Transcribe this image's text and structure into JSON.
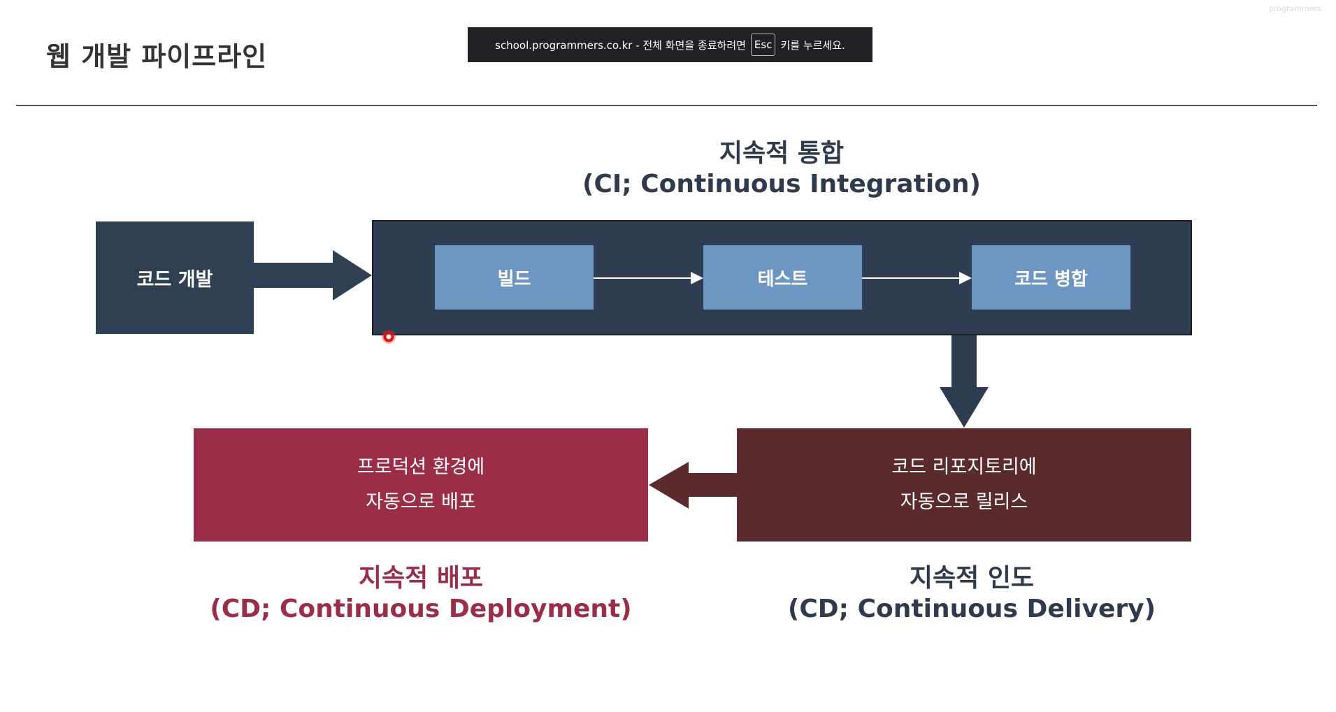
{
  "slide": {
    "title": "웹 개발 파이프라인"
  },
  "fullscreen_banner": {
    "text_before": "school.programmers.co.kr - 전체 화면을 종료하려면",
    "key": "Esc",
    "text_after": "키를 누르세요."
  },
  "watermark": {
    "text": "programmers"
  },
  "ci": {
    "title": "지속적 통합",
    "subtitle": "(CI; Continuous Integration)"
  },
  "boxes": {
    "code_dev": "코드 개발",
    "build": "빌드",
    "test": "테스트",
    "merge": "코드 병합",
    "deploy_line1": "프로덕션 환경에",
    "deploy_line2": "자동으로 배포",
    "release_line1": "코드 리포지토리에",
    "release_line2": "자동으로 릴리스"
  },
  "cd_deployment": {
    "title": "지속적 배포",
    "subtitle": "(CD; Continuous Deployment)"
  },
  "cd_delivery": {
    "title": "지속적 인도",
    "subtitle": "(CD; Continuous Delivery)"
  },
  "colors": {
    "navy": "#2e3d51",
    "step_blue": "#6d97c2",
    "deploy_red": "#9a2d47",
    "release_brown": "#5a2a2d",
    "heading_dark": "#2f3b4c"
  }
}
